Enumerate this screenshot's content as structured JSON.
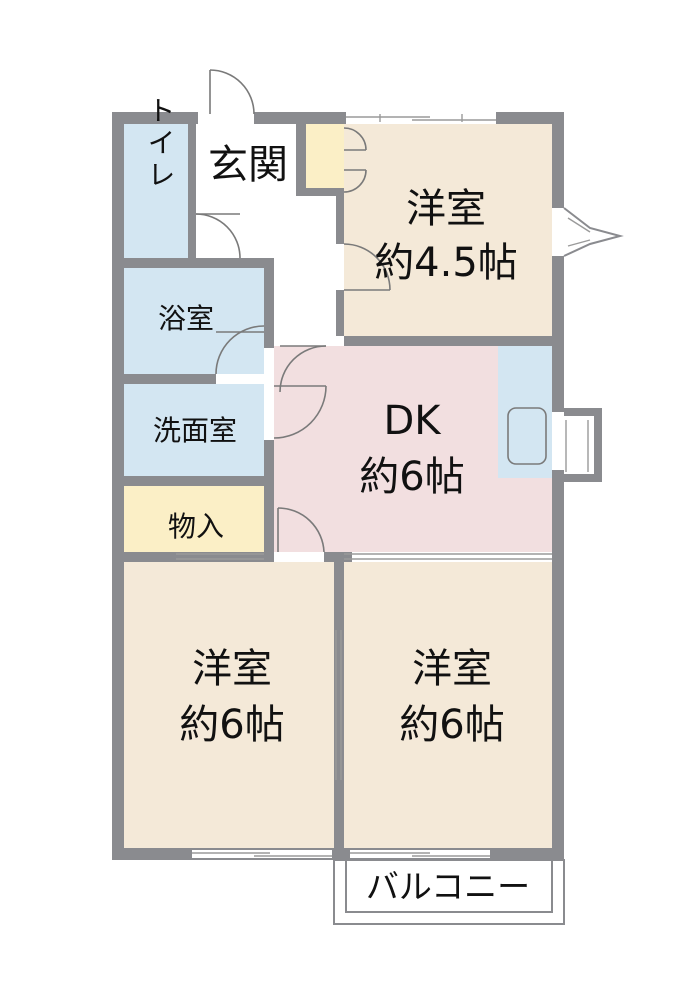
{
  "colors": {
    "wall": "#8a8b8f",
    "wet_area": "#d3e6f2",
    "western_room": "#f4e9d8",
    "dining_kitchen": "#f2dfe0",
    "storage": "#fbefc6"
  },
  "rooms": {
    "genkan": "玄関",
    "toilet": "トイレ",
    "bath": "浴室",
    "washroom": "洗面室",
    "storage": "物入",
    "dk_name": "DK",
    "dk_size": "約6帖",
    "room_top_name": "洋室",
    "room_top_size": "約4.5帖",
    "room_left_name": "洋室",
    "room_left_size": "約6帖",
    "room_right_name": "洋室",
    "room_right_size": "約6帖",
    "balcony": "バルコニー"
  }
}
